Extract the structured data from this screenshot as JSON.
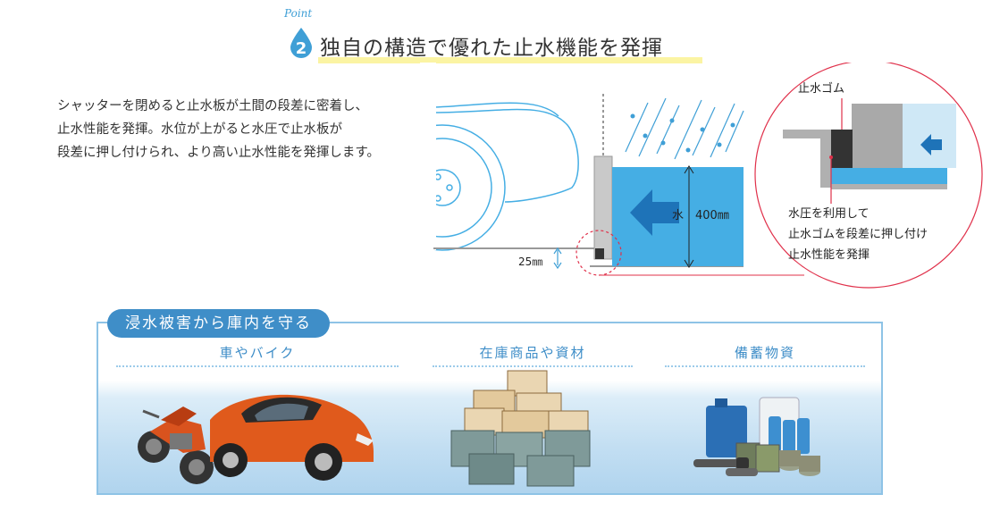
{
  "header": {
    "point_label": "Point",
    "point_number": "2",
    "title": "独自の構造で優れた止水機能を発揮"
  },
  "description": {
    "lines": [
      "シャッターを閉めると止水板が土間の段差に密着し、",
      "止水性能を発揮。水位が上がると水圧で止水板が",
      "段差に押し付けられ、より高い止水性能を発揮します。"
    ]
  },
  "diagram": {
    "water_label": "水",
    "water_height": "400㎜",
    "step_height": "25㎜",
    "rubber_label": "止水ゴム",
    "pressure_note": [
      "水圧を利用して",
      "止水ゴムを段差に押し付け",
      "止水性能を発揮"
    ]
  },
  "protect": {
    "title": "浸水被害から庫内を守る",
    "columns": [
      {
        "label": "車やバイク"
      },
      {
        "label": "在庫商品や資材"
      },
      {
        "label": "備蓄物資"
      }
    ]
  },
  "colors": {
    "accent": "#3f8ec8",
    "water": "#45aee4",
    "highlight": "#fbf4a3",
    "circle": "#e0304a"
  }
}
